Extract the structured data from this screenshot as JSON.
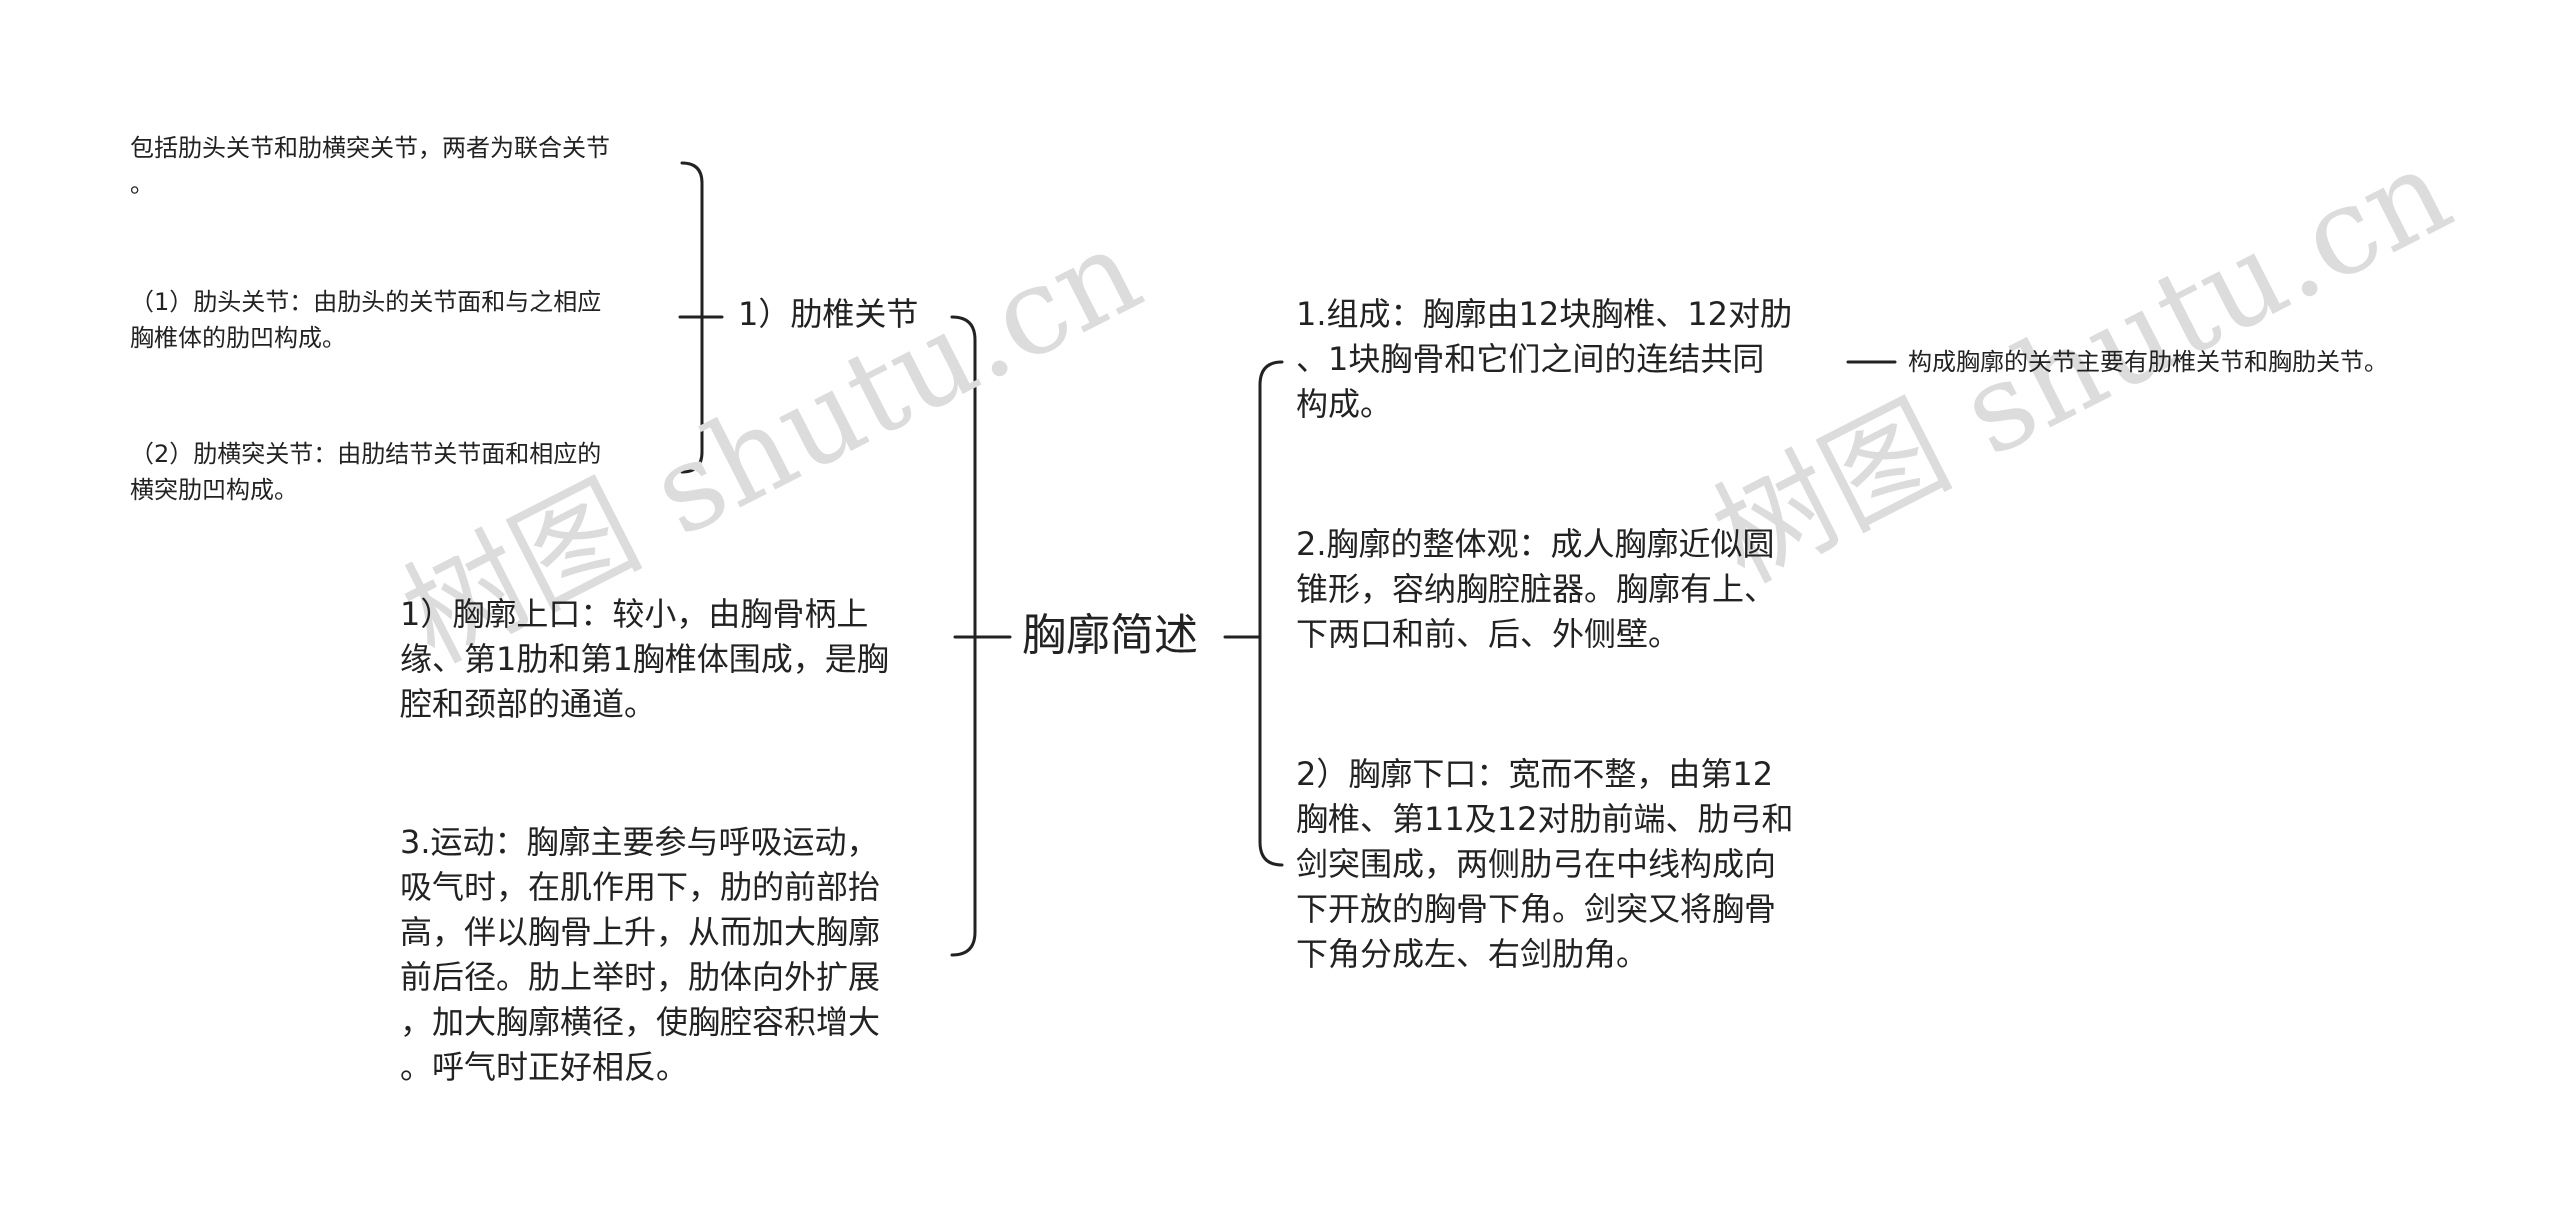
{
  "mindmap": {
    "root": "胸廓简述",
    "left": {
      "joint": {
        "title": "1）肋椎关节",
        "children": [
          "包括肋头关节和肋横突关节，两者为联合关节\n。",
          "（1）肋头关节：由肋头的关节面和与之相应\n胸椎体的肋凹构成。",
          "（2）肋横突关节：由肋结节关节面和相应的\n横突肋凹构成。"
        ]
      },
      "upper_aperture": "1）胸廓上口：较小，由胸骨柄上\n缘、第1肋和第1胸椎体围成，是胸\n腔和颈部的通道。",
      "movement": "3.运动：胸廓主要参与呼吸运动，\n吸气时，在肌作用下，肋的前部抬\n高，伴以胸骨上升，从而加大胸廓\n前后径。肋上举时，肋体向外扩展\n，加大胸廓横径，使胸腔容积增大\n。呼气时正好相反。"
    },
    "right": {
      "composition": "1.组成：胸廓由12块胸椎、12对肋\n、1块胸骨和它们之间的连结共同\n构成。",
      "composition_note": "构成胸廓的关节主要有肋椎关节和胸肋关节。",
      "overall": "2.胸廓的整体观：成人胸廓近似圆\n锥形，容纳胸腔脏器。胸廓有上、\n下两口和前、后、外侧壁。",
      "lower_aperture": "2）胸廓下口：宽而不整，由第12\n胸椎、第11及12对肋前端、肋弓和\n剑突围成，两侧肋弓在中线构成向\n下开放的胸骨下角。剑突又将胸骨\n下角分成左、右剑肋角。"
    }
  },
  "watermark": {
    "left": "树图 shutu.cn",
    "right": "树图 shutu.cn"
  },
  "colors": {
    "line": "#222222",
    "text": "#222222",
    "watermark": "#dcdcdc"
  }
}
